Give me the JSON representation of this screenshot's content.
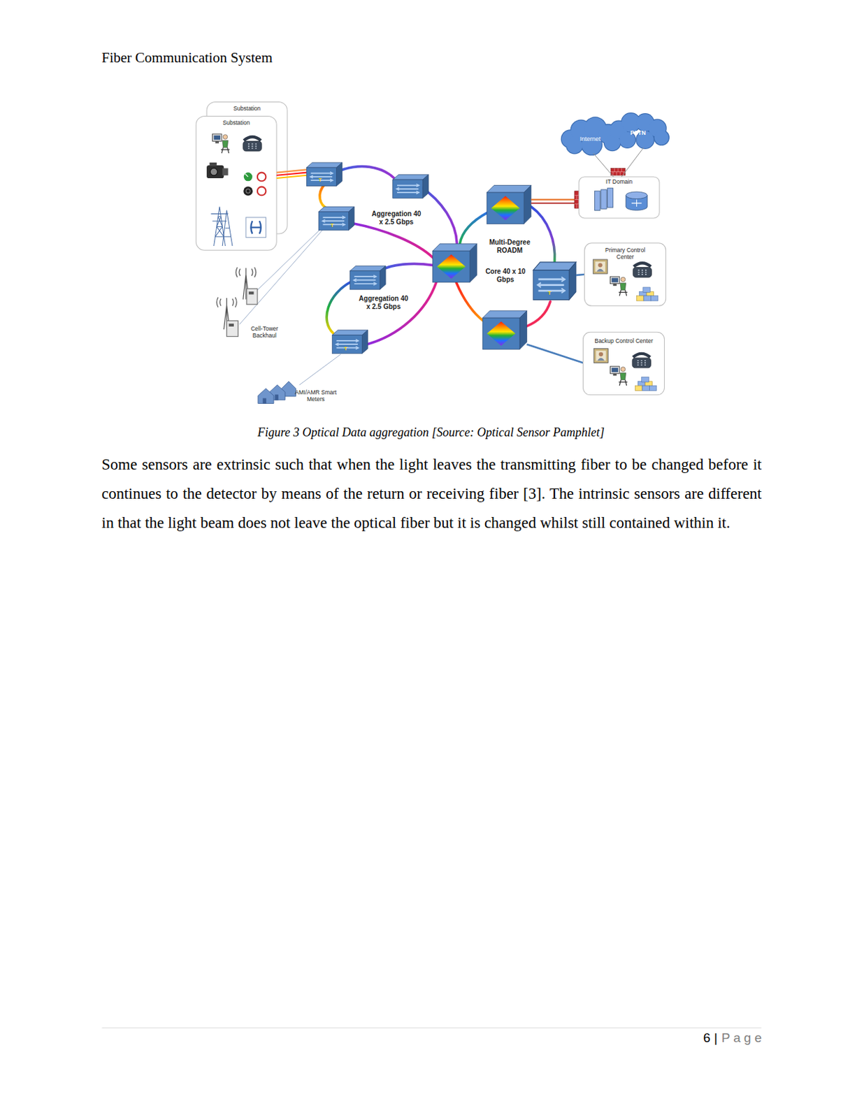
{
  "diagram": {
    "caption": "Figure 3 Optical Data aggregation [Source: Optical Sensor Pamphlet]",
    "nodes": [
      {
        "text": [
          "Substation"
        ]
      },
      {
        "text": [
          "Substation"
        ]
      },
      {
        "text": [
          "Internet"
        ]
      },
      {
        "text": [
          "PSTN"
        ]
      },
      {
        "text": [
          "IT Domain"
        ]
      },
      {
        "text": [
          "Primary Control Center"
        ]
      },
      {
        "text": [
          "Backup Control Center"
        ]
      }
    ],
    "edges": [
      {
        "from": 2,
        "to": 4,
        "arrow": "none"
      },
      {
        "from": 3,
        "to": 4,
        "arrow": "none"
      }
    ],
    "labels": [
      "Fiber Communication System",
      "T",
      "T",
      "T",
      "T",
      "Aggregation 40 x 2.5 Gbps",
      "Aggregation 40 x 2.5 Gbps",
      "Multi-Degree ROADM",
      "Core 40 x 10 Gbps",
      "Cell-Tower Backhaul",
      "AMI/AMR Smart Meters",
      "Some sensors are extrinsic such that when the light leaves the transmitting fiber to be changed before it continues to the detector by means of the return or receiving fiber [3]. The intrinsic sensors are different in that the light beam does not leave the optical fiber but it is changed whilst still contained within it.",
      "6 |",
      "Page"
    ]
  }
}
